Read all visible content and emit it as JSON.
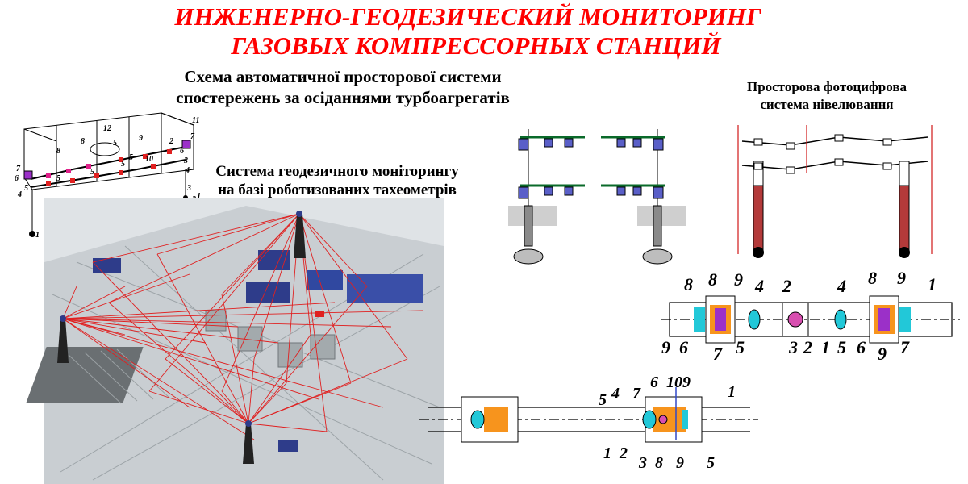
{
  "title": {
    "line1": "ИНЖЕНЕРНО-ГЕОДЕЗИЧЕСКИЙ МОНИТОРИНГ",
    "line2": "ГАЗОВЫХ КОМПРЕССОРНЫХ СТАНЦИЙ"
  },
  "scheme": {
    "line1": "Схема автоматичної просторової системи",
    "line2": "спостережень за осіданнями турбоагрегатів"
  },
  "geodetic": {
    "line1": "Система геодезичного моніторингу",
    "line2": "на базі роботизованих тахеометрів"
  },
  "photo": {
    "line1": "Просторова фотоцифрова",
    "line2": "система нівелювання"
  },
  "frame_labels": [
    "11",
    "12",
    "8",
    "8",
    "5",
    "9",
    "7",
    "2",
    "6",
    "10",
    "5",
    "3",
    "7",
    "6",
    "4",
    "5",
    "5",
    "5",
    "5",
    "4",
    "3",
    "2",
    "1",
    "1"
  ],
  "pipe_labels_top": [
    "8",
    "8",
    "9",
    "4",
    "2",
    "4",
    "8",
    "9",
    "1"
  ],
  "pipe_labels_bottom": [
    "9",
    "6",
    "7",
    "5",
    "3",
    "2",
    "1",
    "5",
    "6",
    "9",
    "7"
  ],
  "lower_labels_top": [
    "5",
    "4",
    "7",
    "6",
    "10",
    "9",
    "1"
  ],
  "lower_labels_bottom": [
    "1",
    "2",
    "3",
    "8",
    "9",
    "5"
  ],
  "colors": {
    "title": "#ff0000",
    "accent_orange": "#f7941d",
    "accent_cyan": "#22c8d8",
    "accent_purple": "#9b30c8",
    "rays": "#e02020"
  }
}
